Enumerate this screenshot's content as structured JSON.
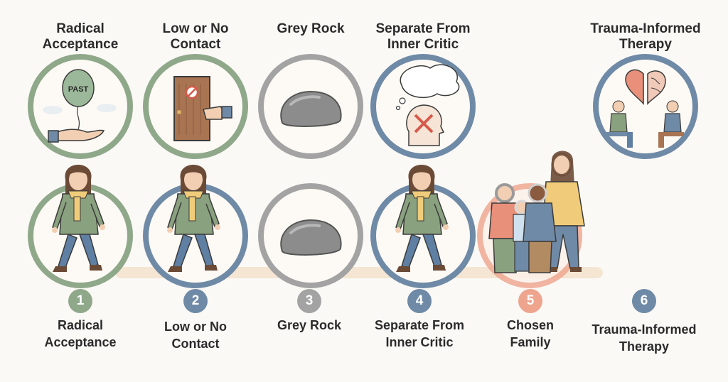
{
  "top_titles": [
    {
      "line1": "Radical",
      "line2": "Acceptance"
    },
    {
      "line1": "Low or No",
      "line2": "Contact"
    },
    {
      "line1": "Grey Rock",
      "line2": ""
    },
    {
      "line1": "Separate From",
      "line2": "Inner Critic"
    },
    {
      "line1": "Trauma-Informed",
      "line2": "Therapy"
    }
  ],
  "steps": [
    {
      "number": "1",
      "line1": "Radical",
      "line2": "Acceptance",
      "color": "#8fa88a"
    },
    {
      "number": "2",
      "line1": "Low or No",
      "line2": "Contact",
      "color": "#6f8aa6"
    },
    {
      "number": "3",
      "line1": "Grey Rock",
      "line2": "",
      "color": "#a3a3a3"
    },
    {
      "number": "4",
      "line1": "Separate From",
      "line2": "Inner Critic",
      "color": "#6f8aa6"
    },
    {
      "number": "5",
      "line1": "Chosen",
      "line2": "Family",
      "color": "#eea48d"
    },
    {
      "number": "6",
      "line1": "Trauma-Informed",
      "line2": "Therapy",
      "color": "#6f8aa6"
    }
  ],
  "balloon_text": "PAST",
  "icons": [
    "balloon-icon",
    "hand-icon",
    "door-icon",
    "no-entry-icon",
    "rock-icon",
    "thought-cloud-icon",
    "head-x-icon",
    "heart-brain-icon",
    "walking-person-icon",
    "family-group-icon"
  ]
}
